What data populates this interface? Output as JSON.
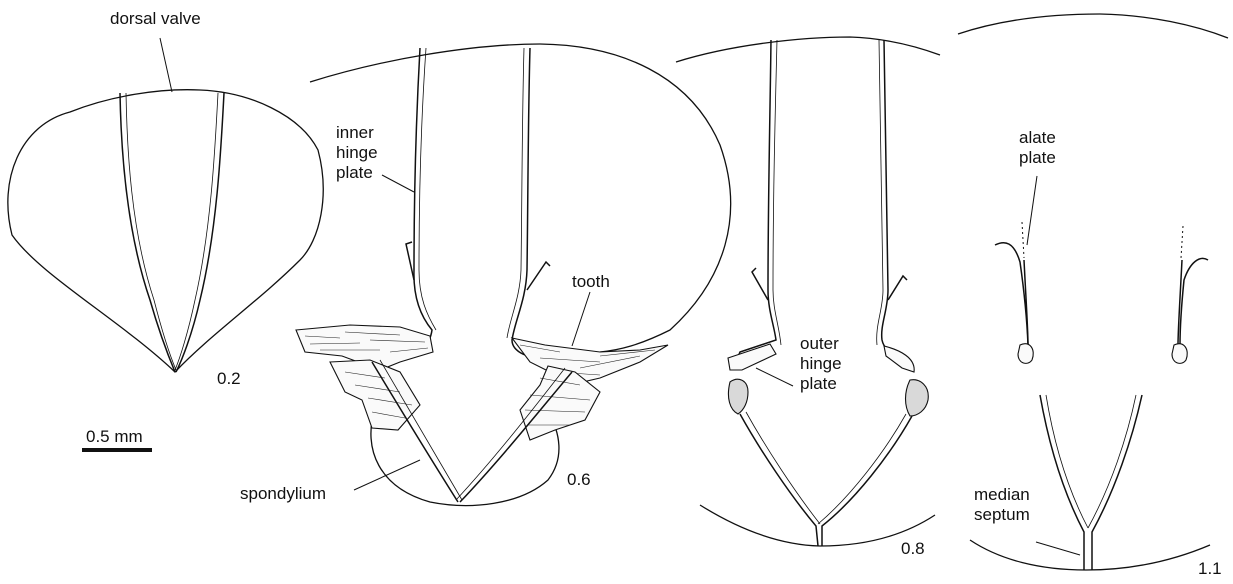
{
  "labels": {
    "dorsal_valve": "dorsal valve",
    "inner_hinge_plate": [
      "inner",
      "hinge",
      "plate"
    ],
    "tooth": "tooth",
    "spondylium": "spondylium",
    "outer_hinge_plate": [
      "outer",
      "hinge",
      "plate"
    ],
    "alate_plate": [
      "alate",
      "plate"
    ],
    "median_septum": [
      "median",
      "septum"
    ]
  },
  "section_numbers": [
    "0.2",
    "0.6",
    "0.8",
    "1.1"
  ],
  "scale_bar": {
    "label": "0.5 mm"
  },
  "colors": {
    "ink": "#111111",
    "background": "#ffffff",
    "stipple": "#d9d9d9"
  }
}
